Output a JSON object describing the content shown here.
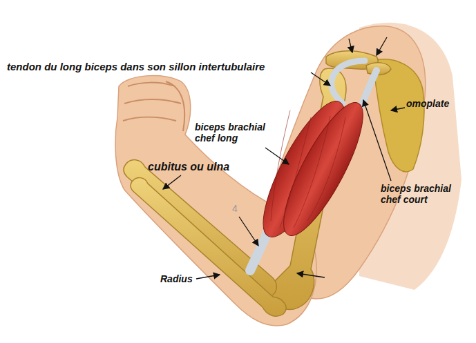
{
  "diagram": {
    "labels": [
      "tendon du long biceps dans son sillon intertubulaire",
      "biceps brachial chef long",
      "omoplate",
      "cubitus ou ulna",
      "biceps brachial chef court",
      "4",
      "Radius"
    ]
  }
}
